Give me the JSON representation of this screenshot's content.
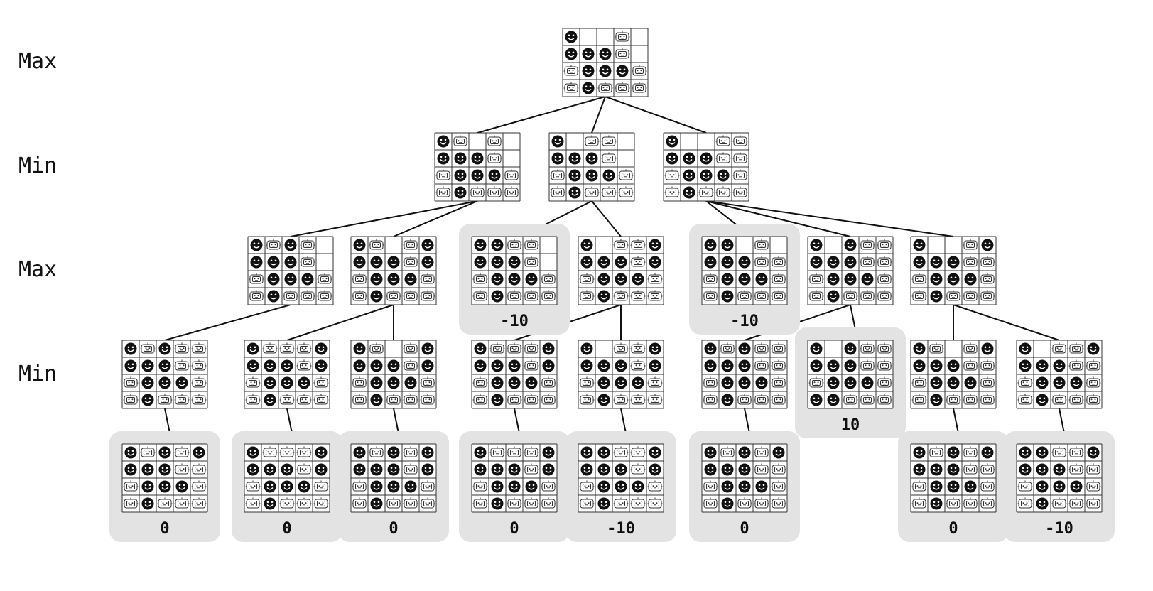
{
  "levels": [
    "Max",
    "Min",
    "Max",
    "Min"
  ],
  "icons": {
    "X": "smiley-face-icon",
    "O": "robot-icon",
    "_": "empty-cell"
  },
  "colors": {
    "terminal_highlight": "#e3e3e3",
    "line": "#111111"
  },
  "nodes": [
    {
      "id": "root",
      "parent": null,
      "terminal": false,
      "score": "",
      "board": [
        "X__O_",
        "XXXO_",
        "OXXXO",
        "OXOOO"
      ]
    },
    {
      "id": "m1",
      "parent": "root",
      "terminal": false,
      "score": "",
      "board": [
        "XO_O_",
        "XXXO_",
        "OXXXO",
        "OXOOO"
      ]
    },
    {
      "id": "m2",
      "parent": "root",
      "terminal": false,
      "score": "",
      "board": [
        "X_OO_",
        "XXXO_",
        "OXXXO",
        "OXOOO"
      ]
    },
    {
      "id": "m3",
      "parent": "root",
      "terminal": false,
      "score": "",
      "board": [
        "X__OO",
        "XXXOO",
        "OXXXO",
        "OXOOO"
      ]
    },
    {
      "id": "a1",
      "parent": "m1",
      "terminal": false,
      "score": "",
      "board": [
        "XOXO_",
        "XXXO_",
        "OXXXO",
        "OXOOO"
      ]
    },
    {
      "id": "a2",
      "parent": "m1",
      "terminal": false,
      "score": "",
      "board": [
        "XO_OX",
        "XXXOX",
        "OXXXO",
        "OXOOO"
      ]
    },
    {
      "id": "a3",
      "parent": "m2",
      "terminal": true,
      "score": "-10",
      "board": [
        "XXOO_",
        "XXXO_",
        "OXXXO",
        "OXOOO"
      ]
    },
    {
      "id": "a4",
      "parent": "m2",
      "terminal": false,
      "score": "",
      "board": [
        "X_OOX",
        "XXXOX",
        "OXXXO",
        "OXOOO"
      ]
    },
    {
      "id": "a5",
      "parent": "m3",
      "terminal": true,
      "score": "-10",
      "board": [
        "XX_O_",
        "XXXOO",
        "OXXXO",
        "OXOOO"
      ]
    },
    {
      "id": "a6",
      "parent": "m3",
      "terminal": false,
      "score": "",
      "board": [
        "X_XOO",
        "XXXOO",
        "OXXXO",
        "OXOOO"
      ]
    },
    {
      "id": "a7",
      "parent": "m3",
      "terminal": false,
      "score": "",
      "board": [
        "X__OX",
        "XXXOO",
        "OXXXO",
        "OXOOO"
      ]
    },
    {
      "id": "b1",
      "parent": "a1",
      "terminal": false,
      "score": "",
      "board": [
        "XOXOO",
        "XXXOO",
        "OXXXO",
        "OXOOO"
      ]
    },
    {
      "id": "b2",
      "parent": "a2",
      "terminal": false,
      "score": "",
      "board": [
        "XOOOX",
        "XXXOX",
        "OXXXO",
        "OXOOO"
      ]
    },
    {
      "id": "b3",
      "parent": "a2",
      "terminal": false,
      "score": "",
      "board": [
        "XO_OX",
        "XXXOX",
        "OXXXO",
        "OXOOO"
      ]
    },
    {
      "id": "b4",
      "parent": "a4",
      "terminal": false,
      "score": "",
      "board": [
        "XOOOX",
        "XXXOX",
        "OXXXO",
        "OXOOO"
      ]
    },
    {
      "id": "b5",
      "parent": "a4",
      "terminal": false,
      "score": "",
      "board": [
        "X_OOX",
        "XXXOX",
        "OXXXO",
        "OXOOO"
      ]
    },
    {
      "id": "b6",
      "parent": "a6",
      "terminal": false,
      "score": "",
      "board": [
        "XOXOO",
        "XXXOO",
        "OXXXO",
        "OXOOO"
      ]
    },
    {
      "id": "b7",
      "parent": "a6",
      "terminal": true,
      "score": "10",
      "board": [
        "X_XOO",
        "XXXOO",
        "OXXXO",
        "XXOOO"
      ]
    },
    {
      "id": "b8",
      "parent": "a7",
      "terminal": false,
      "score": "",
      "board": [
        "XO_OX",
        "XXXOO",
        "OXXXO",
        "OXOOO"
      ]
    },
    {
      "id": "b9",
      "parent": "a7",
      "terminal": false,
      "score": "",
      "board": [
        "X_OOX",
        "XXXOO",
        "OXXXO",
        "OXOOO"
      ]
    },
    {
      "id": "c1",
      "parent": "b1",
      "terminal": true,
      "score": "0",
      "board": [
        "XOXOX",
        "XXXOO",
        "OXXXO",
        "OXOOO"
      ]
    },
    {
      "id": "c2",
      "parent": "b2",
      "terminal": true,
      "score": "0",
      "board": [
        "XOOOX",
        "XXXOX",
        "OXXXO",
        "OXOOO"
      ]
    },
    {
      "id": "c3",
      "parent": "b3",
      "terminal": true,
      "score": "0",
      "board": [
        "XOXOX",
        "XXXOX",
        "OXXXO",
        "OXOOO"
      ]
    },
    {
      "id": "c4",
      "parent": "b4",
      "terminal": true,
      "score": "0",
      "board": [
        "XOOOX",
        "XXXOX",
        "OXXXO",
        "OXOOO"
      ]
    },
    {
      "id": "c5",
      "parent": "b5",
      "terminal": true,
      "score": "-10",
      "board": [
        "XXOOX",
        "XXXOX",
        "OXXXO",
        "OXOOO"
      ]
    },
    {
      "id": "c6",
      "parent": "b6",
      "terminal": true,
      "score": "0",
      "board": [
        "XOXOX",
        "XXXOO",
        "OXXXO",
        "OXOOO"
      ]
    },
    {
      "id": "c8",
      "parent": "b8",
      "terminal": true,
      "score": "0",
      "board": [
        "XOXOX",
        "XXXOO",
        "OXXXO",
        "OXOOO"
      ]
    },
    {
      "id": "c9",
      "parent": "b9",
      "terminal": true,
      "score": "-10",
      "board": [
        "XXOOX",
        "XXXOO",
        "OXXXO",
        "OXOOO"
      ]
    }
  ]
}
